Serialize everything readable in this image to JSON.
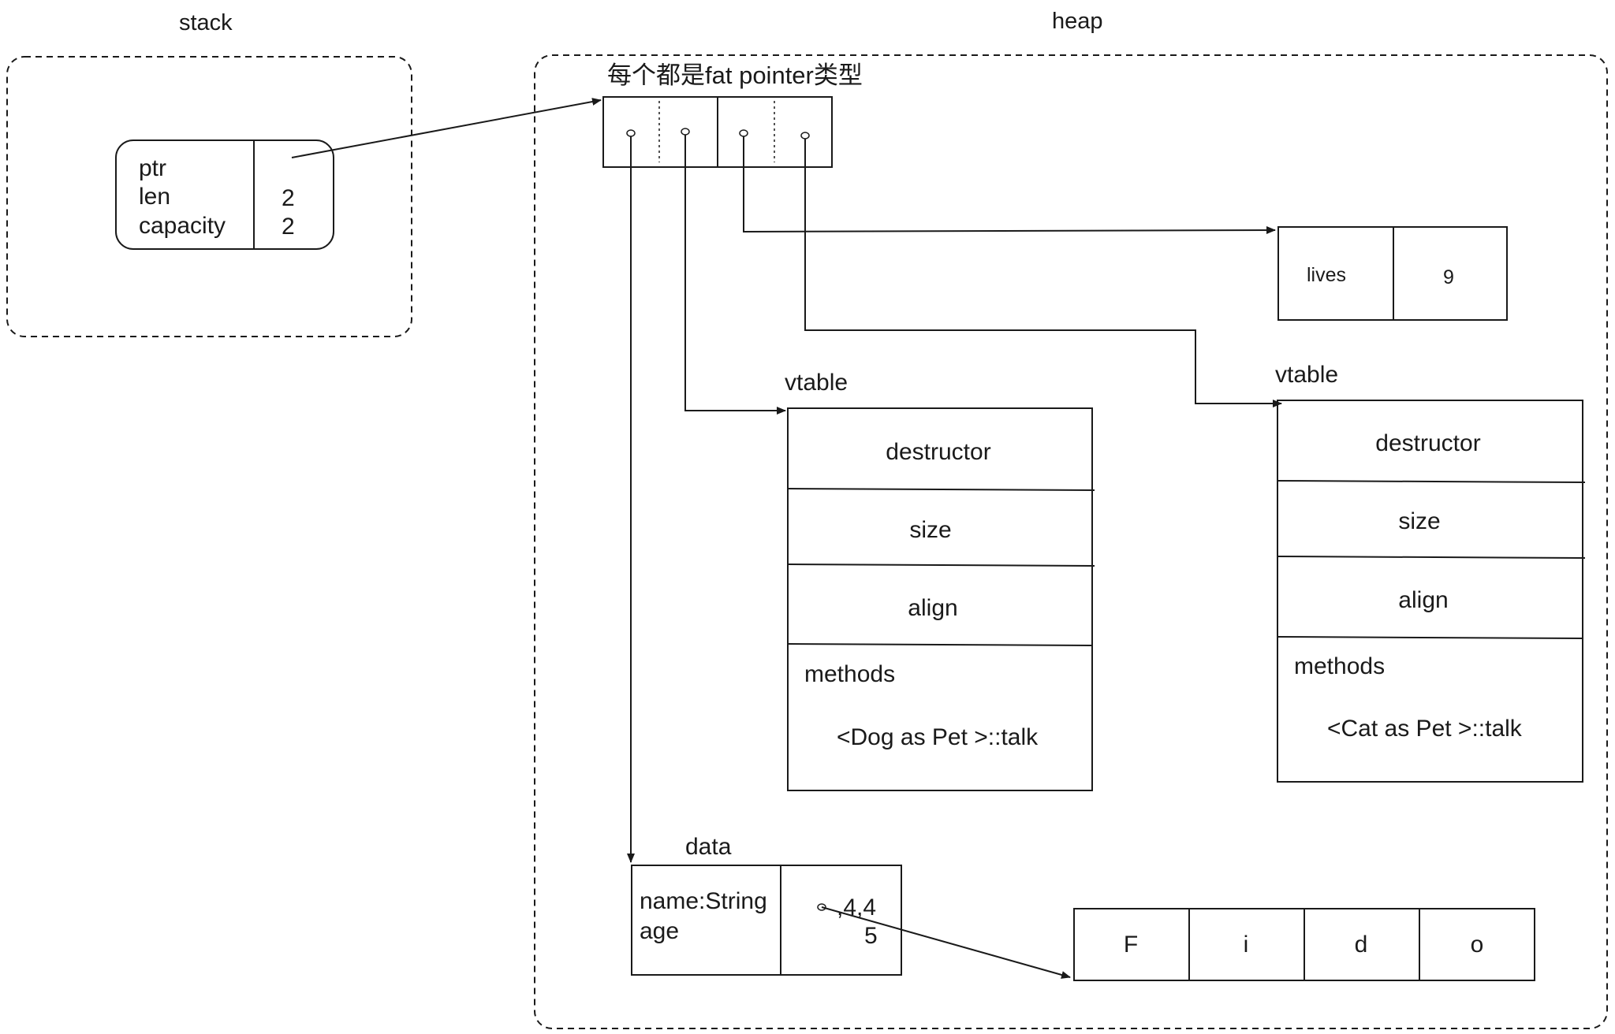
{
  "stack": {
    "label": "stack",
    "vec": {
      "fields": [
        "ptr",
        "len",
        "capacity"
      ],
      "values": [
        "2",
        "2"
      ]
    }
  },
  "heap": {
    "label": "heap",
    "fat_pointer_note": "每个都是fat pointer类型",
    "cat_data": {
      "field": "lives",
      "value": "9"
    },
    "dog_vtable": {
      "title": "vtable",
      "rows": [
        "destructor",
        "size",
        "align"
      ],
      "methods_label": "methods",
      "method": "<Dog as Pet >::talk"
    },
    "cat_vtable": {
      "title": "vtable",
      "rows": [
        "destructor",
        "size",
        "align"
      ],
      "methods_label": "methods",
      "method": "<Cat as Pet >::talk"
    },
    "dog_data": {
      "title": "data",
      "fields": [
        "name:String",
        "age"
      ],
      "values": [
        ",4,4",
        "5"
      ]
    },
    "string_chars": [
      "F",
      "i",
      "d",
      "o"
    ]
  }
}
